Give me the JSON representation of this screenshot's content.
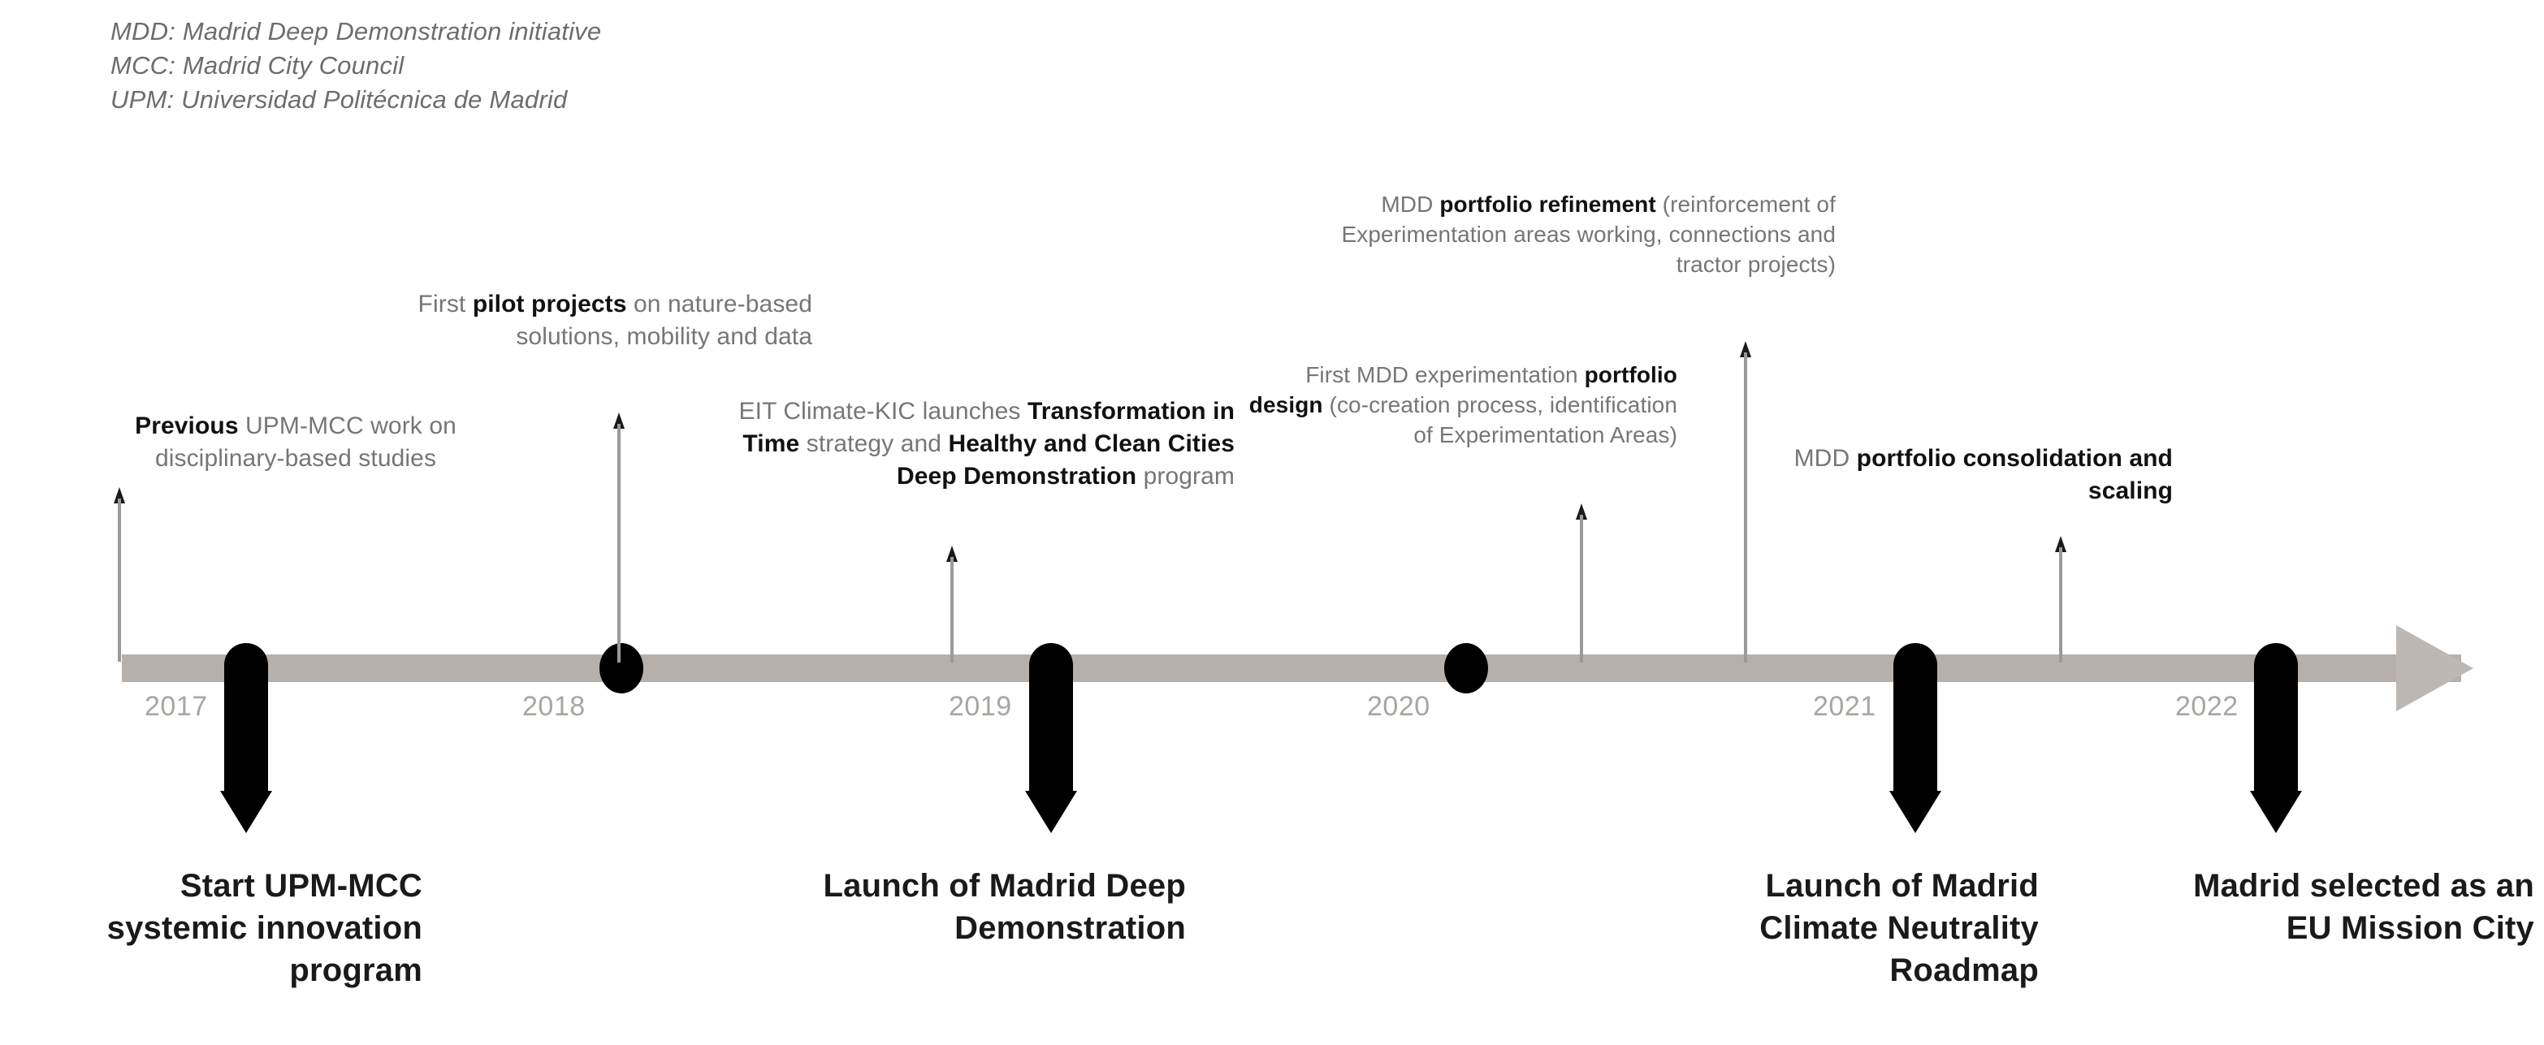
{
  "legend": {
    "lines": [
      "MDD: Madrid Deep Demonstration initiative",
      "MCC: Madrid City Council",
      "UPM: Universidad Politécnica de Madrid"
    ]
  },
  "axis": {
    "years": [
      "2017",
      "2018",
      "2019",
      "2020",
      "2021",
      "2022"
    ],
    "bar_color": "#b5b0ab",
    "year_color": "#a9a5a1",
    "marker_color": "#000000"
  },
  "annotations": [
    {
      "id": "previous-work",
      "year": "2017",
      "parts": [
        {
          "text": "Previous ",
          "bold": true
        },
        {
          "text": "UPM-MCC work on disciplinary-based studies",
          "bold": false
        }
      ]
    },
    {
      "id": "pilot-projects",
      "year": "2018",
      "parts": [
        {
          "text": "First ",
          "bold": false
        },
        {
          "text": "pilot projects",
          "bold": true
        },
        {
          "text": " on nature-based solutions, mobility and data",
          "bold": false
        }
      ]
    },
    {
      "id": "eit-climate-kic",
      "year": "2019",
      "parts": [
        {
          "text": "EIT Climate-KIC launches ",
          "bold": false
        },
        {
          "text": "Transformation in Time",
          "bold": true
        },
        {
          "text": " strategy and ",
          "bold": false
        },
        {
          "text": "Healthy and Clean Cities Deep Demonstration",
          "bold": true
        },
        {
          "text": " program",
          "bold": false
        }
      ]
    },
    {
      "id": "portfolio-design",
      "year": "2020",
      "parts": [
        {
          "text": "First MDD experimentation ",
          "bold": false
        },
        {
          "text": "portfolio design",
          "bold": true
        },
        {
          "text": " (co-creation process, identification of Experimentation Areas)",
          "bold": false
        }
      ]
    },
    {
      "id": "portfolio-refinement",
      "year": "2020-2021",
      "parts": [
        {
          "text": "MDD ",
          "bold": false
        },
        {
          "text": "portfolio refinement",
          "bold": true
        },
        {
          "text": " (reinforcement of Experimentation areas working, connections and tractor projects)",
          "bold": false
        }
      ]
    },
    {
      "id": "portfolio-consolidation",
      "year": "2021-2022",
      "parts": [
        {
          "text": "MDD ",
          "bold": false
        },
        {
          "text": "portfolio consolidation and scaling",
          "bold": true
        }
      ]
    }
  ],
  "milestones": [
    {
      "id": "start-upm-mcc",
      "year": "2017",
      "label": "Start UPM-MCC systemic innovation program"
    },
    {
      "id": "launch-mdd",
      "year": "2019",
      "label": "Launch of Madrid Deep Demonstration"
    },
    {
      "id": "launch-roadmap",
      "year": "2021",
      "label": "Launch of Madrid Climate Neutrality Roadmap"
    },
    {
      "id": "eu-mission-city",
      "year": "2022",
      "label": "Madrid selected as an EU Mission City"
    }
  ]
}
